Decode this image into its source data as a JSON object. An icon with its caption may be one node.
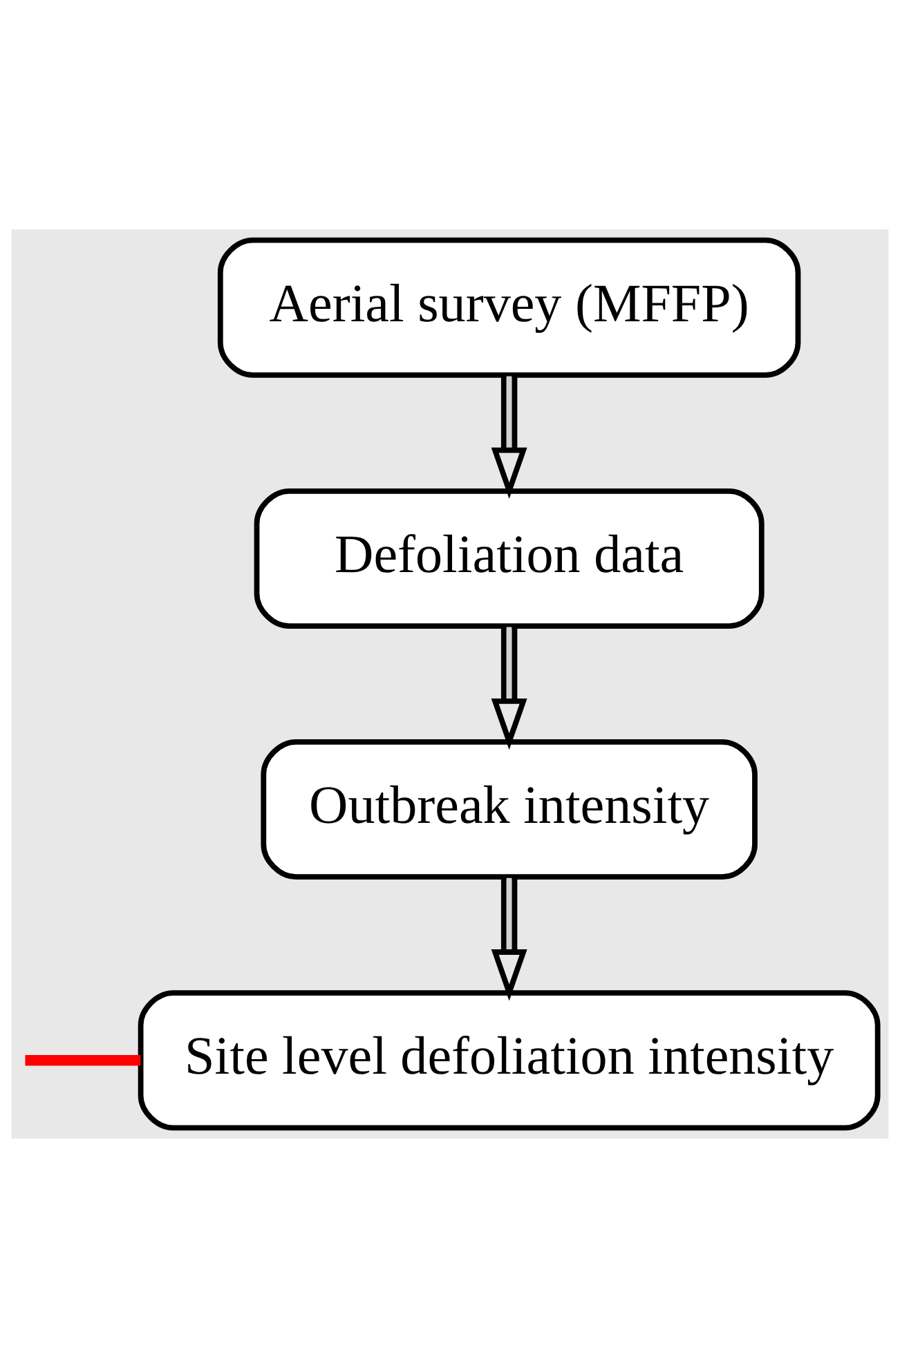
{
  "diagram": {
    "nodes": [
      {
        "text": [
          "Aerial survey (MFFP)"
        ]
      },
      {
        "text": [
          "Defoliation data"
        ]
      },
      {
        "text": [
          "Outbreak intensity"
        ]
      },
      {
        "text": [
          "Site level defoliation intensity"
        ]
      }
    ],
    "edges": [
      {
        "from": 0,
        "to": 1,
        "arrow": "to"
      },
      {
        "from": 1,
        "to": 2,
        "arrow": "to"
      },
      {
        "from": 2,
        "to": 3,
        "arrow": "to"
      },
      {
        "from": null,
        "to": 3,
        "arrow": "none",
        "style": "thick",
        "color": "#ff0000"
      }
    ]
  }
}
